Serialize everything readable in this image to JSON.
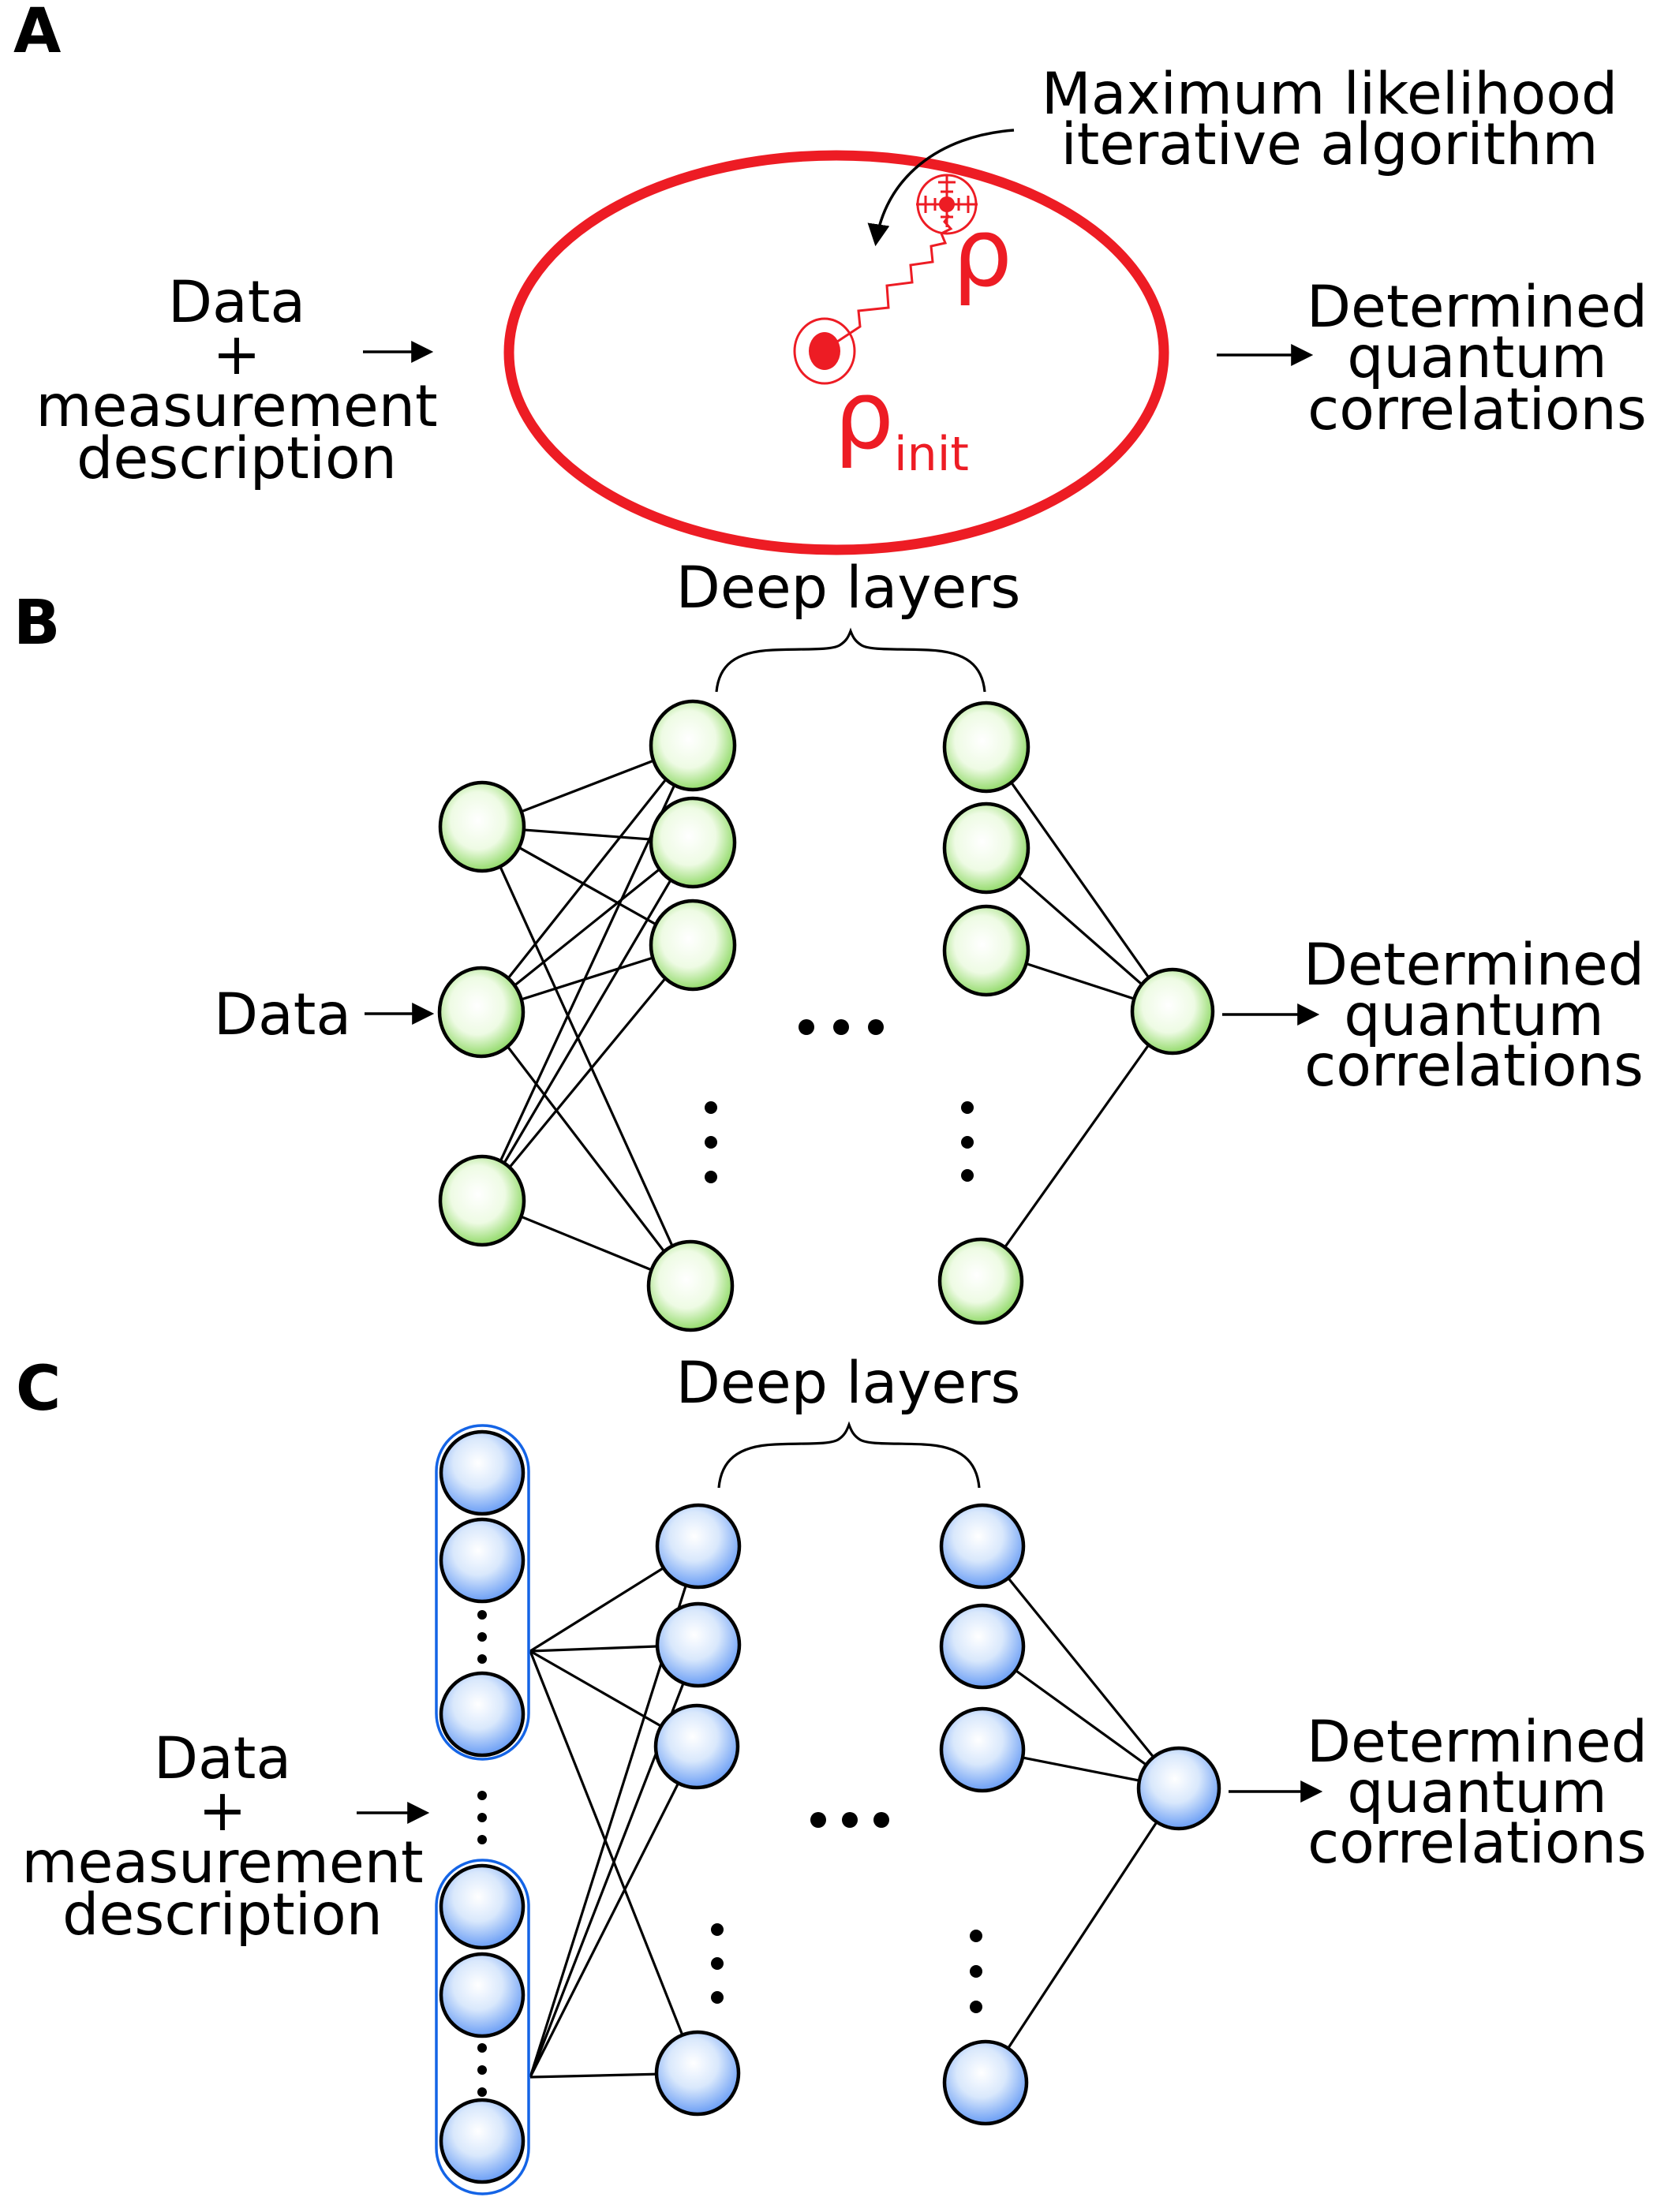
{
  "colors": {
    "red": "#ed1c24",
    "green_node_edge": "#5cc722",
    "blue_node_edge": "#3d7ff2",
    "blue_group_outline": "#1464e6",
    "ink": "#000000",
    "background": "#ffffff"
  },
  "shared": {
    "deep_layers_label": "Deep layers",
    "determined_output": {
      "line1": "Determined",
      "line2": "quantum",
      "line3": "correlations"
    },
    "data_plus_measurement": {
      "line1": "Data",
      "line2": "+",
      "line3": "measurement",
      "line4": "description"
    }
  },
  "panel_a": {
    "letter": "A",
    "algorithm_label": {
      "line1": "Maximum likelihood",
      "line2": "iterative algorithm"
    },
    "rho_symbol": "ρ",
    "rho_init_symbol": "ρ",
    "rho_init_subscript": "init"
  },
  "panel_b": {
    "letter": "B",
    "input_label": "Data",
    "network": {
      "input_nodes": 3,
      "deep_layer_columns": 2,
      "visible_nodes_per_deep_layer": 4,
      "output_nodes": 1
    }
  },
  "panel_c": {
    "letter": "C",
    "network": {
      "input_groups": 2,
      "visible_nodes_per_group": 3,
      "deep_layer_columns": 2,
      "visible_nodes_per_deep_layer": 4,
      "output_nodes": 1
    }
  }
}
